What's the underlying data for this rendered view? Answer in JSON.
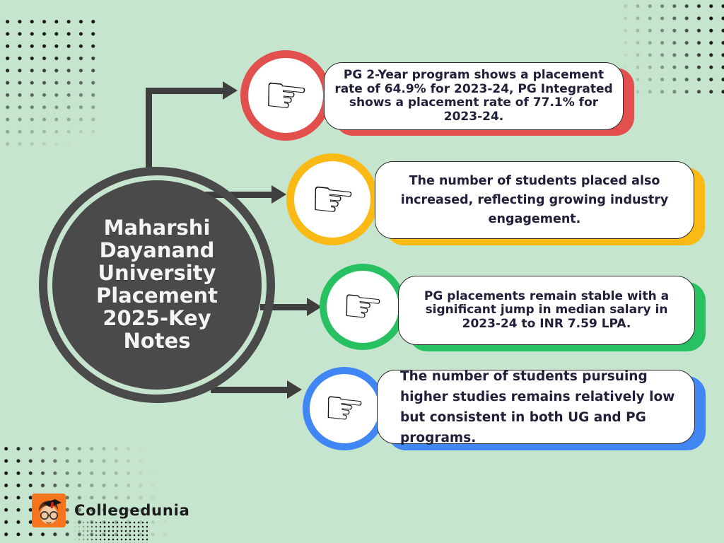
{
  "page": {
    "background_color": "#C6E5CE",
    "dot_color": "#161616"
  },
  "hub": {
    "title": "Maharshi Dayanand University Placement 2025-Key Notes",
    "fill_color": "#4A4A4A",
    "text_color": "#F4F4F4"
  },
  "icons": {
    "pointing_hand": "☞"
  },
  "notes": [
    {
      "accent_color": "#E1504D",
      "text": "PG 2-Year program shows a placement rate of 64.9% for 2023-24, PG Integrated shows a placement rate of 77.1% for 2023-24."
    },
    {
      "accent_color": "#FBB915",
      "text": "The number of students placed also increased, reflecting growing industry engagement."
    },
    {
      "accent_color": "#28C162",
      "text": "PG placements remain stable with a significant jump in median salary in 2023-24 to INR 7.59 LPA."
    },
    {
      "accent_color": "#4186F5",
      "text": "The number of students pursuing higher studies remains relatively low but consistent in both UG and PG programs."
    }
  ],
  "brand": {
    "name": "Collegedunia",
    "logo_background": "#F4751D"
  }
}
